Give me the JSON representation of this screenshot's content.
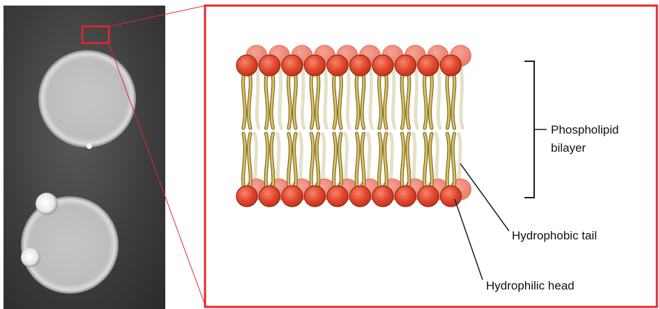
{
  "figure": {
    "micrograph": {
      "description_icon": "fluorescent-vesicle-micrograph"
    },
    "labels": {
      "bilayer_line1": "Phospholipid",
      "bilayer_line2": "bilayer",
      "tail": "Hydrophobic tail",
      "head": "Hydrophilic head"
    },
    "colors": {
      "frame_red": "#e8262b",
      "head_fill": "#e4553a",
      "head_stroke": "#8e2a17",
      "tail_fill": "#d8c064",
      "tail_stroke": "#6f5a12",
      "micrograph_bg": "#3a3a3a"
    },
    "bilayer": {
      "front_heads_per_leaflet": 10,
      "back_heads_per_leaflet": 10
    }
  }
}
